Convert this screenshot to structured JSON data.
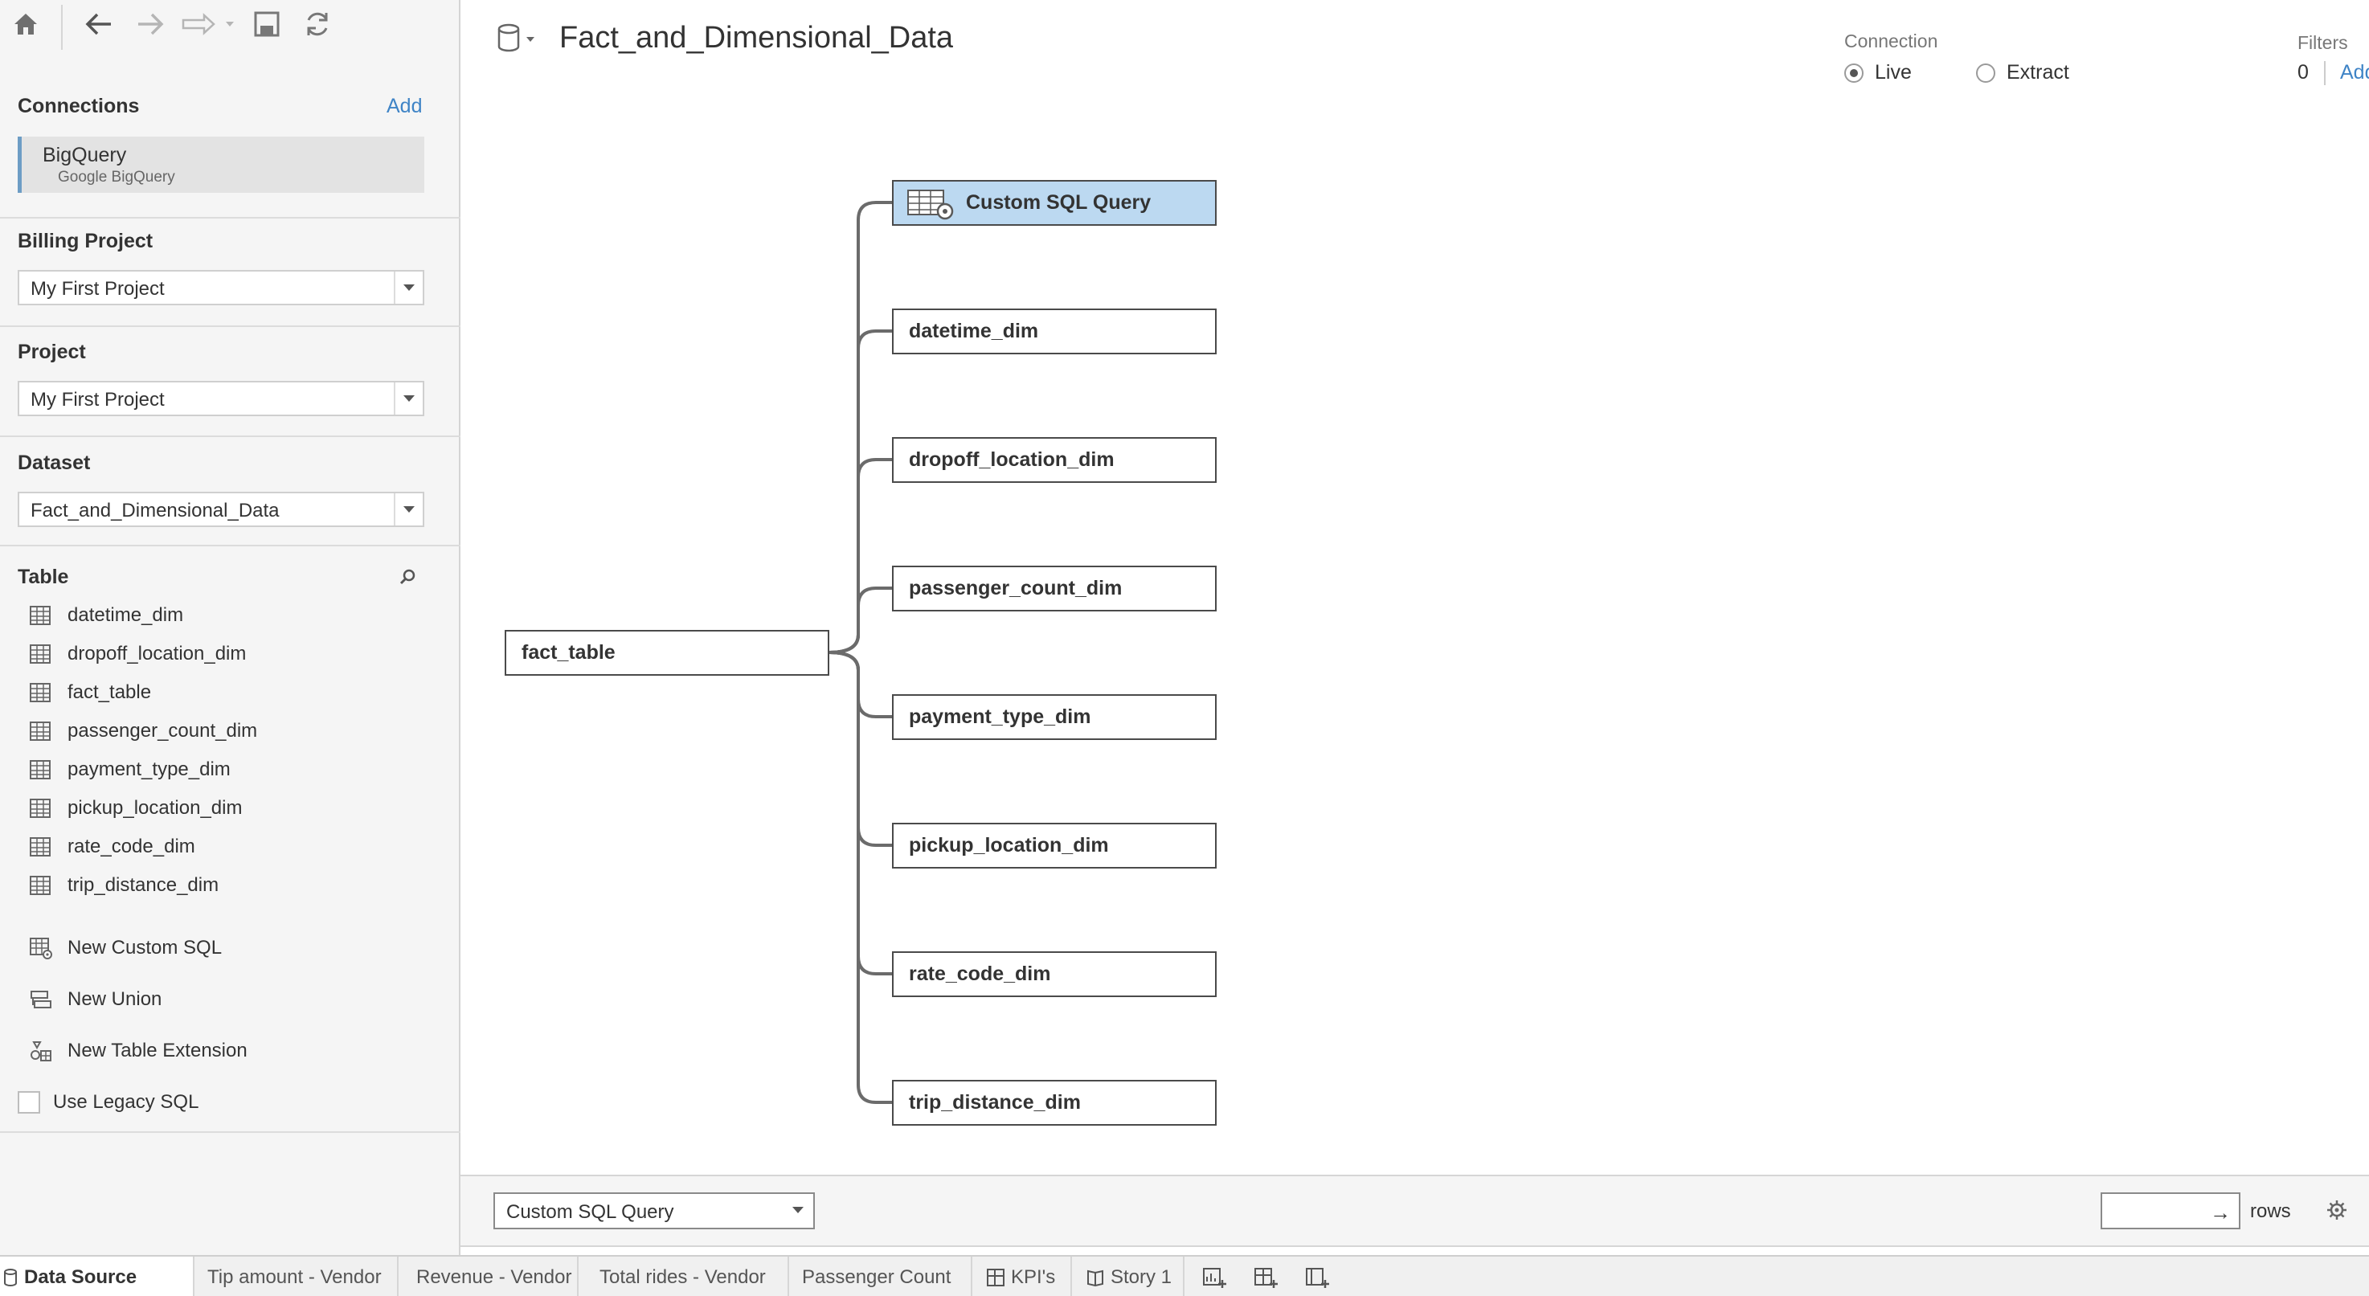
{
  "sidebar": {
    "connections_title": "Connections",
    "add_label": "Add",
    "connection": {
      "name": "BigQuery",
      "type": "Google BigQuery"
    },
    "billing_project": {
      "title": "Billing Project",
      "value": "My First Project"
    },
    "project": {
      "title": "Project",
      "value": "My First Project"
    },
    "dataset": {
      "title": "Dataset",
      "value": "Fact_and_Dimensional_Data"
    },
    "table_title": "Table",
    "tables": [
      "datetime_dim",
      "dropoff_location_dim",
      "fact_table",
      "passenger_count_dim",
      "payment_type_dim",
      "pickup_location_dim",
      "rate_code_dim",
      "trip_distance_dim"
    ],
    "actions": [
      "New Custom SQL",
      "New Union",
      "New Table Extension"
    ],
    "legacy_sql": {
      "label": "Use Legacy SQL",
      "checked": false
    }
  },
  "header": {
    "datasource_title": "Fact_and_Dimensional_Data",
    "connection_label": "Connection",
    "live_label": "Live",
    "extract_label": "Extract",
    "connection_mode": "Live",
    "filters_label": "Filters",
    "filters_count": "0",
    "filters_add": "Add"
  },
  "canvas": {
    "root_table": "fact_table",
    "joined_tables": [
      "Custom SQL Query",
      "datetime_dim",
      "dropoff_location_dim",
      "passenger_count_dim",
      "payment_type_dim",
      "pickup_location_dim",
      "rate_code_dim",
      "trip_distance_dim"
    ],
    "selected_table": "Custom SQL Query"
  },
  "preview": {
    "selected_table": "Custom SQL Query",
    "rows_value": "",
    "rows_label": "rows"
  },
  "tabs": {
    "data_source": "Data Source",
    "sheets": [
      "Tip amount - Vendor",
      "Revenue - Vendor",
      "Total rides - Vendor",
      "Passenger Count",
      "KPI's",
      "Story 1"
    ]
  },
  "colors": {
    "accent": "#3f84c6",
    "selected_node": "#bcd9f1",
    "connection_bar": "#6d9dc5",
    "join_line": "#6b6b6b"
  },
  "icons": {
    "toolbar": [
      "home-icon",
      "back-icon",
      "forward-icon",
      "run-icon",
      "save-icon",
      "refresh-icon"
    ],
    "table_row": "table-grid-icon",
    "custom_sql": "custom-sql-icon",
    "union": "union-icon",
    "table_extension": "table-extension-icon"
  }
}
